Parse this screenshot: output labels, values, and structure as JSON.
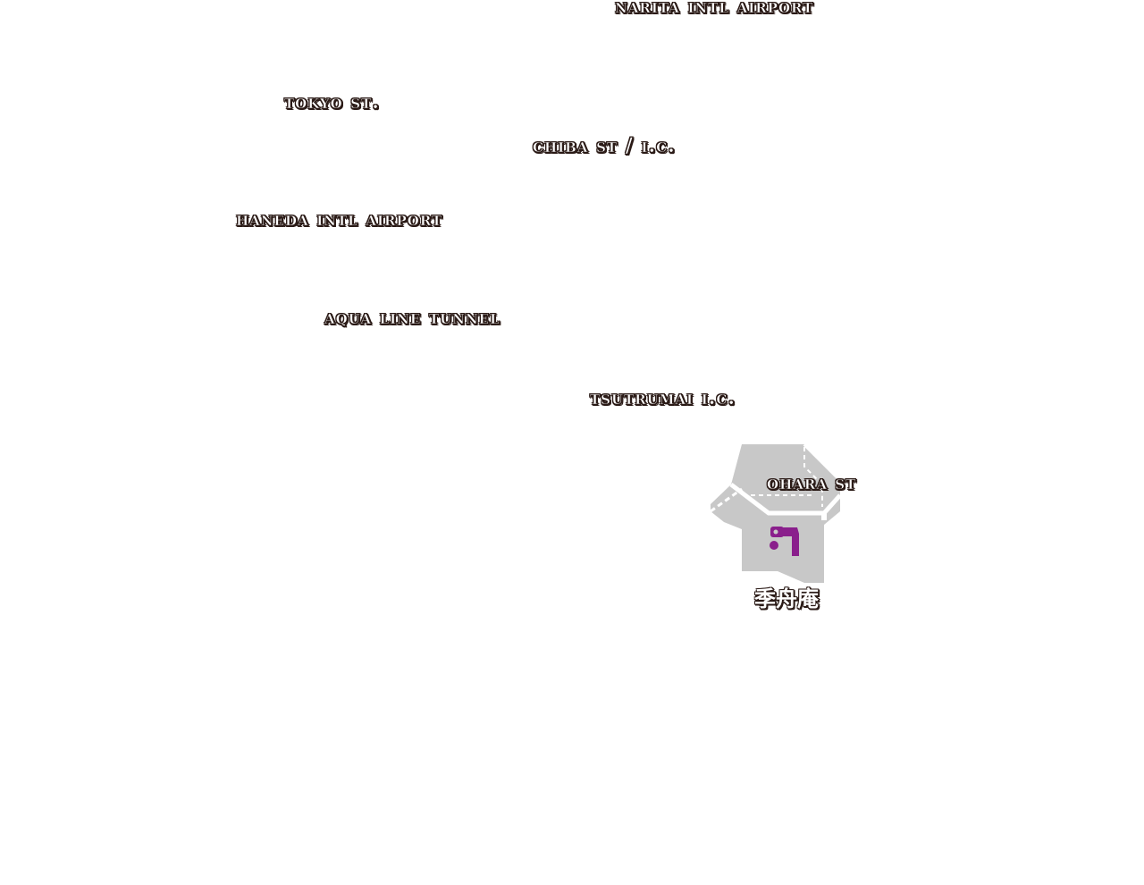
{
  "map": {
    "labels": {
      "narita": "NARITA INTL AIRPORT",
      "tokyo": "TOKYO ST.",
      "chiba": "CHIBA ST / I.C.",
      "haneda": "HANEDA INTL AIRPORT",
      "aqua": "AQUA LINE TUNNEL",
      "tsurumai": "TSUTRUMAI I.C.",
      "ohara": "OHARA ST"
    },
    "destination": {
      "name": "季舟庵",
      "logo_icon": "shop-logo-icon",
      "logo_color": "#8a1f8c"
    },
    "colors": {
      "area_fill": "#c8c8c8",
      "road_line": "#ffffff",
      "label_outline": "#2a1a16"
    }
  }
}
